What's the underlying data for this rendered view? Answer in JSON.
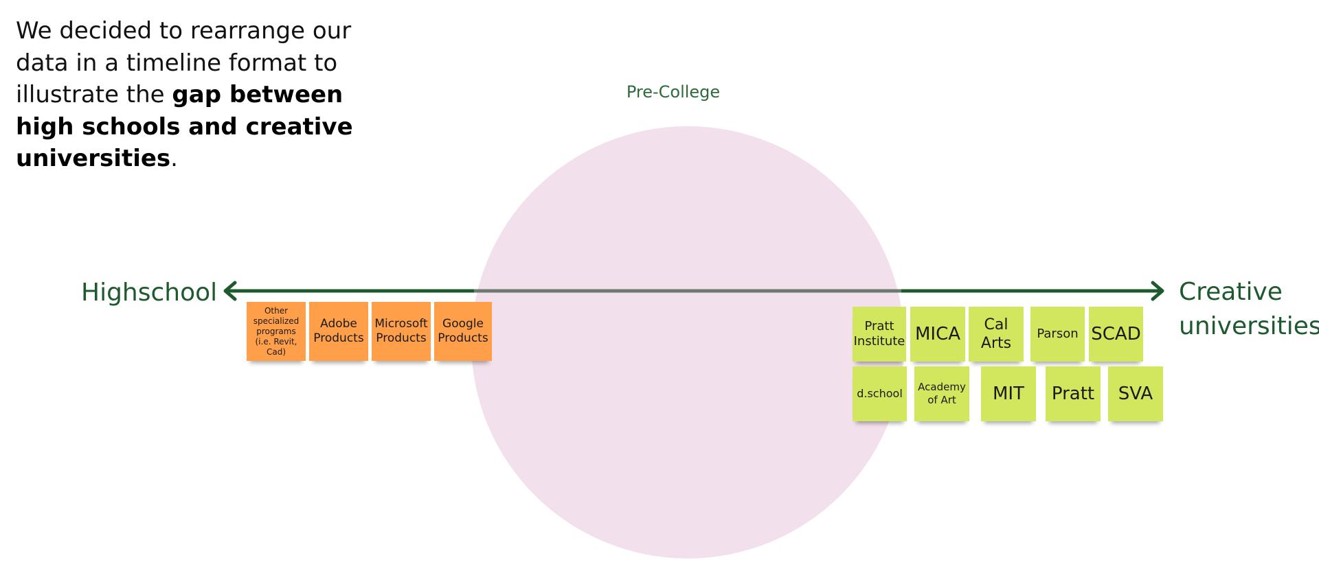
{
  "intro": {
    "part1": "We decided to rearrange our data in a timeline format to illustrate the ",
    "bold": "gap between high schools and creative universities",
    "part2": "."
  },
  "diagram": {
    "circle_label": "Pre-College",
    "left_label": "Highschool",
    "right_label_line1": "Creative",
    "right_label_line2": "universities",
    "colors": {
      "line": "#1e5a2e",
      "circle": "#f2e0ec",
      "orange_note": "#ff9f4a",
      "green_note": "#d3e75e"
    }
  },
  "highschool_notes": [
    "Other specialized programs (i.e. Revit, Cad)",
    "Adobe Products",
    "Microsoft Products",
    "Google Products"
  ],
  "university_notes_row1": [
    "Pratt Institute",
    "MICA",
    "Cal Arts",
    "Parson",
    "SCAD"
  ],
  "university_notes_row2": [
    "d.school",
    "Academy of Art",
    "MIT",
    "Pratt",
    "SVA"
  ]
}
